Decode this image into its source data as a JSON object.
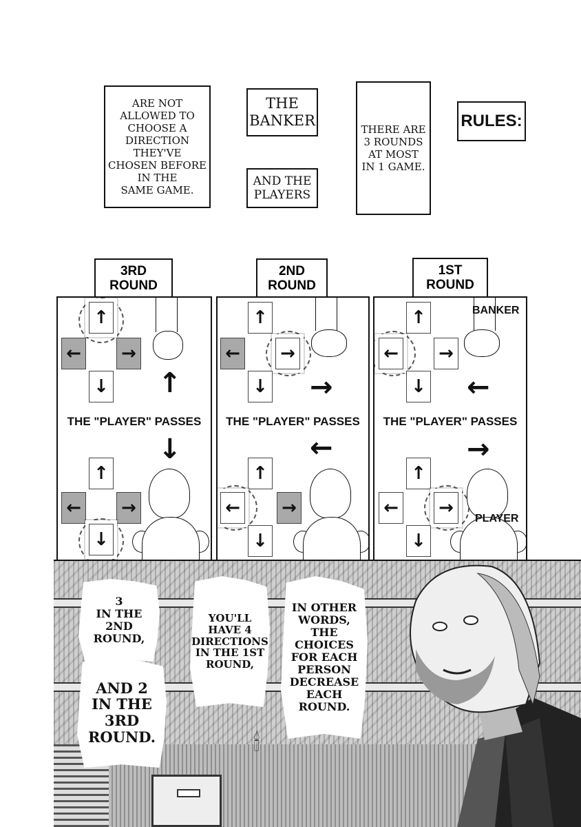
{
  "page": {
    "background": "#ffffff",
    "ink": "#111111",
    "used_direction_fill": "#a9a9a9"
  },
  "captions": {
    "rules": "RULES:",
    "rounds_limit": "THERE ARE\n3 ROUNDS\nAT MOST\nIN 1 GAME.",
    "banker": "THE\nBANKER",
    "players": "AND THE\nPLAYERS",
    "not_allowed": "ARE NOT\nALLOWED TO\nCHOOSE A\nDIRECTION\nTHEY'VE\nCHOSEN BEFORE\nIN THE\nSAME GAME."
  },
  "diagram": {
    "passes_label": "THE \"PLAYER\" PASSES",
    "rounds": [
      {
        "title": "3RD\nROUND",
        "banker_choice": "up",
        "banker_used": [
          "left",
          "right"
        ],
        "player_choice": "down",
        "player_used": [
          "left",
          "right"
        ],
        "banker_gesture": "fist pointing up",
        "arrow_top": "↑",
        "arrow_bottom": "↓"
      },
      {
        "title": "2ND\nROUND",
        "banker_choice": "right",
        "banker_used": [
          "left"
        ],
        "player_choice": "left",
        "player_used": [
          "right"
        ],
        "banker_gesture": "finger pointing right",
        "arrow_top": "→",
        "arrow_bottom": "←"
      },
      {
        "title": "1ST\nROUND",
        "banker_choice": "left",
        "banker_used": [],
        "player_choice": "right",
        "player_used": [],
        "banker_gesture": "finger pointing left",
        "arrow_top": "←",
        "arrow_bottom": "→",
        "banker_label": "BANKER",
        "player_label": "PLAYER"
      }
    ],
    "glyphs": {
      "up": "↑",
      "down": "↓",
      "left": "←",
      "right": "→"
    }
  },
  "scene": {
    "bubbles": [
      {
        "text": "3\nIN THE\n2ND\nROUND,"
      },
      {
        "text": "AND 2\nIN THE\n3RD\nROUND."
      },
      {
        "text": "YOU'LL\nHAVE 4\nDIRECTIONS\nIN THE 1ST\nROUND,"
      },
      {
        "text": "IN OTHER\nWORDS,\nTHE CHOICES\nFOR EACH\nPERSON\nDECREASE\nEACH\nROUND."
      }
    ],
    "chandelier_glyph": "🕯"
  }
}
